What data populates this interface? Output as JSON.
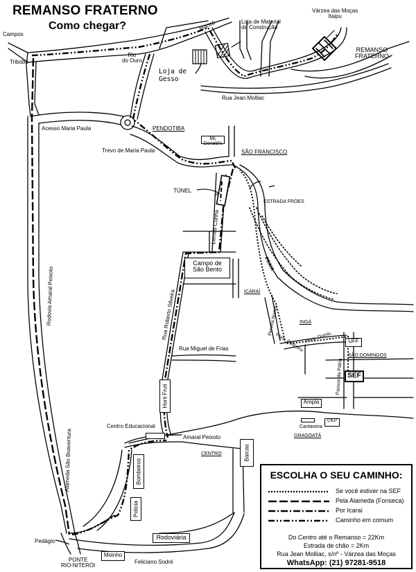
{
  "header": {
    "title": "REMANSO FRATERNO",
    "subtitle": "Como chegar?"
  },
  "places": {
    "campos": "Campos",
    "marica": "Maricá",
    "tribobo": "Tribobó",
    "rio_do_ouro": "Rio\ndo Ouro",
    "loja_gesso": "Loja de\nGesso",
    "loja_material": "Loja de Material\nde Construção",
    "varzea": "Várzea das Moças\nItaipu",
    "remanso": "REMANSO\nFRATERNO",
    "rua_jean": "Rua Jean Molliac",
    "acesso_maria_paula": "Acesso Maria Paula",
    "pendotiba": "PENDOTIBA",
    "mc_donalds": "Mc Donald's",
    "trevo": "Trevo de Maria Paula",
    "sao_francisco": "SÃO FRANCISCO",
    "tunel": "TÚNEL",
    "estrada_froes": "ESTRADA FRÓES",
    "lemos_cunha": "Lemos Cunha",
    "rodovia_amaral": "Rodovia Amaral Peixoto",
    "rua_roberto": "Rua Roberto Silveira",
    "campo_sao_bento": "Campo de\nSão Bento",
    "praia": "PRAIA",
    "icarai": "ICARAÍ",
    "pereira_nunes": "Pereira Nunes",
    "pres_pedreira": "Pres. Pedreira",
    "pres_domic": "Pres. Domic.",
    "inga": "INGÁ",
    "uff": "UFF",
    "sao_domingos": "SÃO DOMINGOS",
    "rua_miguel": "Rua Miguel de Frias",
    "passos_patria": "Passos da Pátria",
    "sef": "SEF",
    "horti_fruti": "Horti Fruti",
    "ampla": "Ampla",
    "cantareira": "Cantareira",
    "ciep": "CIEP",
    "gragoata": "GRAGOATÁ",
    "centro_educacional": "Centro Educacional",
    "amaral_peixoto": "Amaral Peixoto",
    "centro": "CENTRO",
    "alameda": "Alameda São Boaventura",
    "bombeiros": "Bombeiros",
    "policia": "Polícia",
    "barcas": "Barcas",
    "rodoviaria": "Rodoviária",
    "pedagio": "Pedágio",
    "ponte": "PONTE\nRIO-NITERÓI",
    "moinho": "Moinho",
    "feliciano": "Feliciano Sodré"
  },
  "legend": {
    "title": "ESCOLHA O SEU CAMINHO:",
    "items": [
      {
        "style": "dotted",
        "label": "Se você estiver na SEF"
      },
      {
        "style": "dashed",
        "label": "Pela Alameda (Fonseca)"
      },
      {
        "style": "dashdot",
        "label": "Por Icaraí"
      },
      {
        "style": "dashdotdot",
        "label": "Caminho em comum"
      }
    ],
    "distance_total": "Do Centro até o Remanso = 22Km",
    "distance_dirt": "Estrada de chão = 2Km",
    "address": "Rua Jean Molliac, s/nº - Várzea das Moças",
    "whatsapp": "WhatsApp: (21) 97281-9518"
  },
  "colors": {
    "ink": "#000000",
    "paper": "#ffffff"
  }
}
